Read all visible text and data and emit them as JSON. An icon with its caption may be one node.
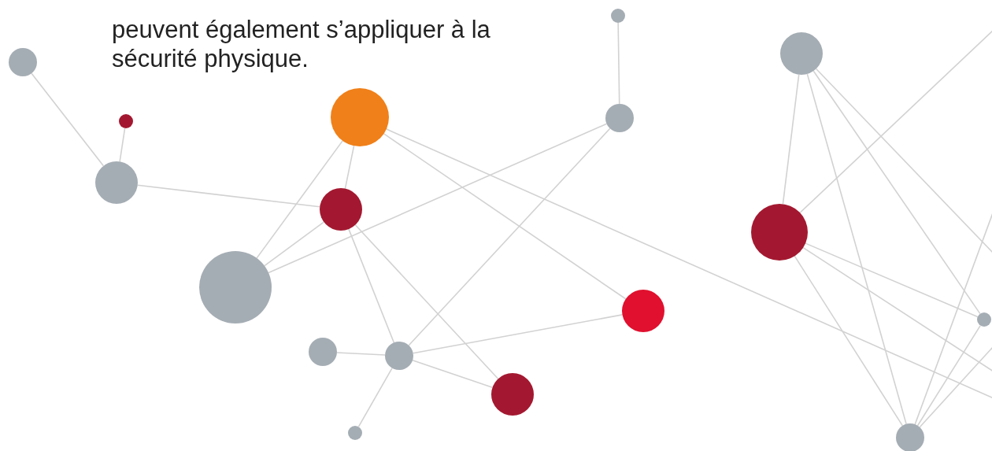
{
  "diagram": {
    "nodes": [
      {
        "text": [],
        "shape": "circle"
      },
      {
        "text": [],
        "shape": "circle"
      },
      {
        "text": [],
        "shape": "circle"
      },
      {
        "text": [],
        "shape": "circle"
      },
      {
        "text": [],
        "shape": "circle"
      },
      {
        "text": [],
        "shape": "circle"
      },
      {
        "text": [],
        "shape": "circle"
      },
      {
        "text": [],
        "shape": "circle"
      },
      {
        "text": [],
        "shape": "circle"
      },
      {
        "text": [],
        "shape": "circle"
      },
      {
        "text": [],
        "shape": "circle"
      },
      {
        "text": [],
        "shape": "circle"
      },
      {
        "text": [],
        "shape": "circle"
      },
      {
        "text": [],
        "shape": "circle"
      },
      {
        "text": [],
        "shape": "circle"
      },
      {
        "text": [],
        "shape": "circle"
      },
      {
        "text": [],
        "shape": "circle"
      }
    ],
    "edges": [
      {
        "from": 0,
        "to": 2,
        "arrow": "none"
      },
      {
        "from": 1,
        "to": 2,
        "arrow": "none"
      },
      {
        "from": 2,
        "to": 7,
        "arrow": "none"
      },
      {
        "from": 3,
        "to": 7,
        "arrow": "none"
      },
      {
        "from": 3,
        "to": 8,
        "arrow": "none"
      },
      {
        "from": 3,
        "to": 10,
        "arrow": "none"
      },
      {
        "from": 3,
        "to": null,
        "arrow": "none"
      },
      {
        "from": 4,
        "to": 5,
        "arrow": "none"
      },
      {
        "from": 5,
        "to": 8,
        "arrow": "none"
      },
      {
        "from": 5,
        "to": 12,
        "arrow": "none"
      },
      {
        "from": 7,
        "to": 8,
        "arrow": "none"
      },
      {
        "from": 7,
        "to": 12,
        "arrow": "none"
      },
      {
        "from": 7,
        "to": 14,
        "arrow": "none"
      },
      {
        "from": 11,
        "to": 12,
        "arrow": "none"
      },
      {
        "from": 12,
        "to": 10,
        "arrow": "none"
      },
      {
        "from": 12,
        "to": 15,
        "arrow": "none"
      },
      {
        "from": 12,
        "to": 14,
        "arrow": "none"
      },
      {
        "from": 6,
        "to": 9,
        "arrow": "none"
      },
      {
        "from": 6,
        "to": 16,
        "arrow": "none"
      },
      {
        "from": 6,
        "to": 13,
        "arrow": "none"
      },
      {
        "from": 6,
        "to": null,
        "arrow": "none"
      },
      {
        "from": 9,
        "to": null,
        "arrow": "none"
      },
      {
        "from": 9,
        "to": 13,
        "arrow": "none"
      },
      {
        "from": 9,
        "to": null,
        "arrow": "none"
      },
      {
        "from": 9,
        "to": 16,
        "arrow": "none"
      },
      {
        "from": 16,
        "to": 13,
        "arrow": "none"
      },
      {
        "from": 16,
        "to": null,
        "arrow": "none"
      },
      {
        "from": 16,
        "to": null,
        "arrow": "none"
      }
    ],
    "labels": [
      "peuvent également s’appliquer à la sécurité physique."
    ]
  }
}
